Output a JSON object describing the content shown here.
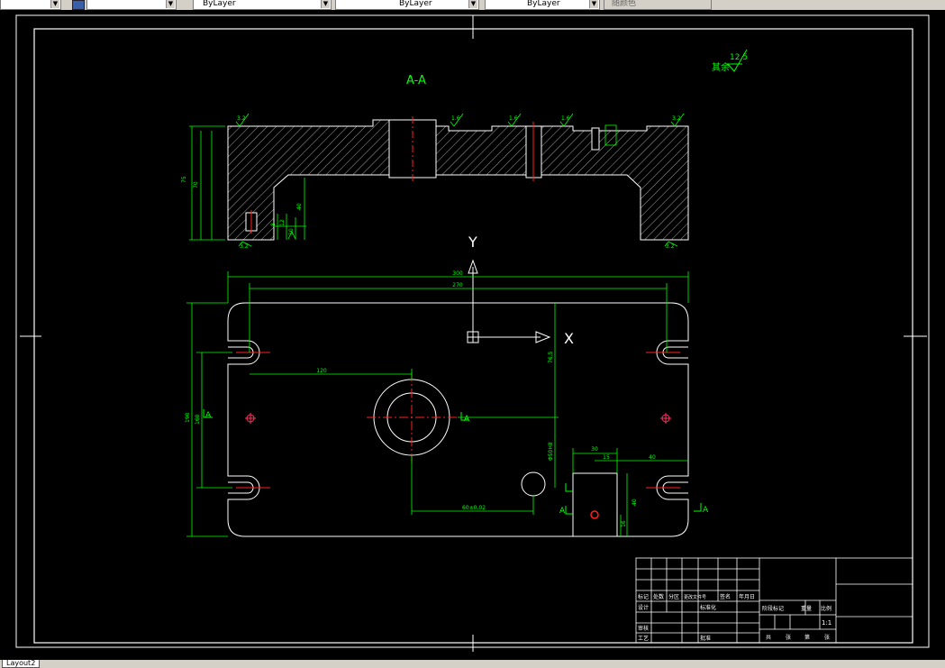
{
  "toolbar": {
    "combo1": "",
    "combo2": "",
    "color_control": "ByLayer",
    "linetype_control": "ByLayer",
    "lineweight_control": "ByLayer",
    "plotstyle_control": "随颜色"
  },
  "drawing": {
    "section_title": "A-A",
    "roughness_default_label": "其余",
    "roughness_default_value": "12.5",
    "roughness_marks": [
      "3.2",
      "1.6",
      "1.6",
      "1.6",
      "3.2",
      "3.2",
      "3.2"
    ],
    "ucs": {
      "y_label": "Y",
      "x_label": "X"
    },
    "section_markers": [
      "A",
      "A",
      "A",
      "A"
    ],
    "dimensions": {
      "top_view_width_outer": "300",
      "top_view_width_inner": "270",
      "top_view_height": "190",
      "left_inner_height": "160",
      "dim_120": "120",
      "dim_76_5": "76.5",
      "dim_hole": "Φ50H8",
      "dim_bottom": "60±0.02",
      "dim_30": "30",
      "dim_15": "15",
      "dim_40": "40",
      "dim_40b": "40",
      "dim_16": "16",
      "sec_75": "75",
      "sec_70": "70",
      "sec_40": "40",
      "sec_12": "12",
      "sec_8": "8",
      "sec_10": "10"
    }
  },
  "title_block": {
    "labels_row1": [
      "标记",
      "处数",
      "分区",
      "更改文件号",
      "签名",
      "年月日"
    ],
    "labels_row2": [
      "设计",
      "",
      "标准化"
    ],
    "labels_row3": [
      "审核"
    ],
    "labels_row4": [
      "工艺",
      "批准"
    ],
    "stage_labels": [
      "阶段标记",
      "重量",
      "比例"
    ],
    "scale": "1:1",
    "sheet_labels": [
      "共",
      "张",
      "第",
      "张"
    ]
  },
  "layout_tab": "Layout2"
}
